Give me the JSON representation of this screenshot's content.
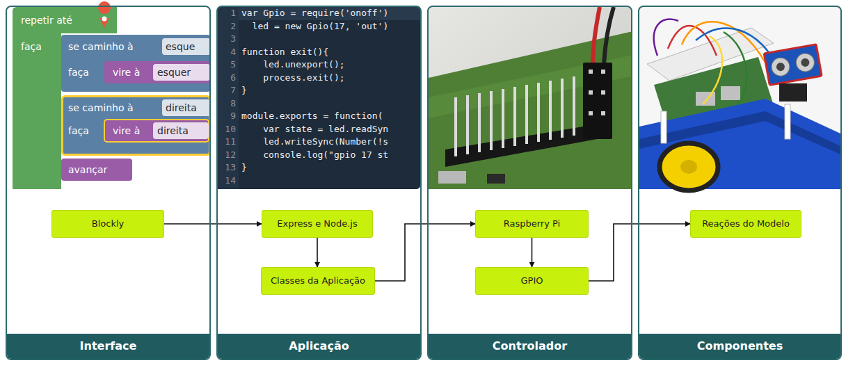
{
  "diagram": {
    "nodes": [
      {
        "text": [
          "Interface"
        ]
      },
      {
        "text": [
          "Blockly"
        ],
        "in": 0
      },
      {
        "text": [
          "Aplicação"
        ]
      },
      {
        "text": [
          "Express e Node.js"
        ],
        "in": 2
      },
      {
        "text": [
          "Classes da Aplicação"
        ],
        "in": 2
      },
      {
        "text": [
          "Controlador"
        ]
      },
      {
        "text": [
          "Raspberry Pi"
        ],
        "in": 5
      },
      {
        "text": [
          "GPIO"
        ],
        "in": 5
      },
      {
        "text": [
          "Componentes"
        ]
      },
      {
        "text": [
          "Reações do Modelo"
        ],
        "in": 8
      }
    ],
    "edges": [
      {
        "from": 1,
        "to": 3,
        "arrow": "to"
      },
      {
        "from": 3,
        "to": 4,
        "arrow": "to"
      },
      {
        "from": 4,
        "to": 6,
        "arrow": "to"
      },
      {
        "from": 6,
        "to": 7,
        "arrow": "to"
      },
      {
        "from": 7,
        "to": 9,
        "arrow": "to"
      }
    ],
    "labels": [
      "repetir até",
      "faça",
      "se caminho à",
      "esque",
      "faça",
      "vire à",
      "esquer",
      "se caminho à",
      "direita",
      "faça",
      "vire à",
      "direita",
      "avançar",
      "1",
      "var Gpio = require('onoff')",
      "2",
      "led = new Gpio(17, 'out')",
      "3",
      "4",
      "function exit(){",
      "5",
      "led.unexport();",
      "6",
      "process.exit();",
      "7",
      "}",
      "8",
      "9",
      "module.exports = function(",
      "10",
      "var state = led.readSyn",
      "11",
      "led.writeSync(Number(!s",
      "12",
      "console.log(\"gpio 17 st",
      "13",
      "}",
      "14"
    ]
  }
}
